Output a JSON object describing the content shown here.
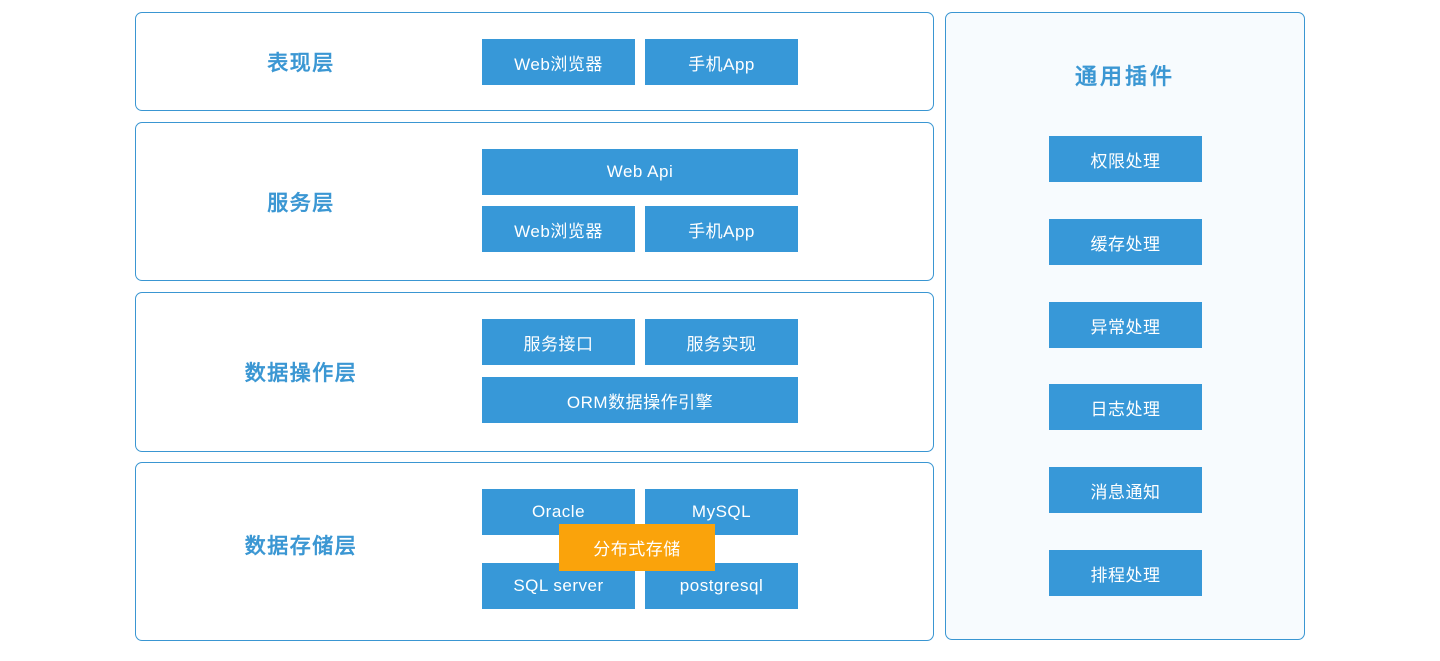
{
  "colors": {
    "accent_blue": "#3798d8",
    "accent_orange": "#faa30b",
    "heading_blue": "#3b97d3",
    "border_blue": "#3a96d2",
    "plugins_panel_bg": "#f7fbfe",
    "button_text": "#ffffff",
    "page_bg": "#ffffff"
  },
  "layers": [
    {
      "label": "表现层",
      "buttons": {
        "web_browser": "Web浏览器",
        "mobile_app": "手机App"
      }
    },
    {
      "label": "服务层",
      "buttons": {
        "web_api": "Web Api",
        "web_browser": "Web浏览器",
        "mobile_app": "手机App"
      }
    },
    {
      "label": "数据操作层",
      "buttons": {
        "service_interface": "服务接口",
        "service_implementation": "服务实现",
        "orm_engine": "ORM数据操作引擎"
      }
    },
    {
      "label": "数据存储层",
      "buttons": {
        "oracle": "Oracle",
        "mysql": "MySQL",
        "distributed_storage": "分布式存储",
        "sql_server": "SQL server",
        "postgresql": "postgresql"
      }
    }
  ],
  "plugins_panel": {
    "title": "通用插件",
    "items": [
      {
        "label": "权限处理"
      },
      {
        "label": "缓存处理"
      },
      {
        "label": "异常处理"
      },
      {
        "label": "日志处理"
      },
      {
        "label": "消息通知"
      },
      {
        "label": "排程处理"
      }
    ]
  }
}
